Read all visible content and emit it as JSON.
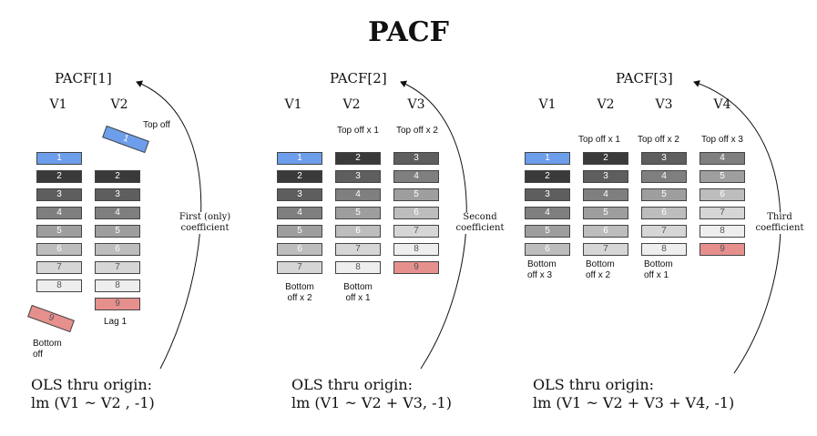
{
  "title": "PACF",
  "colors": {
    "blue": "#6d9eeb",
    "c1": "#3a3a3a",
    "c2": "#5e5e5e",
    "c3": "#7f7f7f",
    "c4": "#9e9e9e",
    "c5": "#bdbdbd",
    "c6": "#d6d6d6",
    "c7": "#eeeeee",
    "red": "#e6908e"
  },
  "panel1": {
    "heading": "PACF[1]",
    "col_v1": "V1",
    "col_v2": "V2",
    "top_note": "Top off",
    "bottom_note": [
      "Bottom",
      "off"
    ],
    "lag_note": "Lag 1",
    "coef": [
      "First (only)",
      "coefficient"
    ],
    "ols_line1": "OLS thru origin:",
    "ols_line2": "lm (V1 ~ V2 , -1)",
    "v1_values": [
      "1",
      "2",
      "3",
      "4",
      "5",
      "6",
      "7",
      "8"
    ],
    "v2_values": [
      "2",
      "3",
      "4",
      "5",
      "6",
      "7",
      "8",
      "9"
    ],
    "tilted_top": "1",
    "tilted_bottom": "9"
  },
  "panel2": {
    "heading": "PACF[2]",
    "col_v1": "V1",
    "col_v2": "V2",
    "col_v3": "V3",
    "top_note_v2": "Top off x 1",
    "top_note_v3": "Top off x 2",
    "bottom_note_v1": [
      "Bottom",
      "off x 2"
    ],
    "bottom_note_v2": [
      "Bottom",
      "off x 1"
    ],
    "coef": [
      "Second",
      "coefficient"
    ],
    "ols_line1": "OLS thru origin:",
    "ols_line2": "lm (V1 ~ V2 + V3, -1)",
    "v1_values": [
      "1",
      "2",
      "3",
      "4",
      "5",
      "6",
      "7"
    ],
    "v2_values": [
      "2",
      "3",
      "4",
      "5",
      "6",
      "7",
      "8"
    ],
    "v3_values": [
      "3",
      "4",
      "5",
      "6",
      "7",
      "8",
      "9"
    ]
  },
  "panel3": {
    "heading": "PACF[3]",
    "col_v1": "V1",
    "col_v2": "V2",
    "col_v3": "V3",
    "col_v4": "V4",
    "top_note_v2": "Top off x 1",
    "top_note_v3": "Top off x 2",
    "top_note_v4": "Top off x 3",
    "bottom_note_v1": [
      "Bottom",
      "off x 3"
    ],
    "bottom_note_v2": [
      "Bottom",
      "off x 2"
    ],
    "bottom_note_v3": [
      "Bottom",
      "off x 1"
    ],
    "coef": [
      "Third",
      "coefficient"
    ],
    "ols_line1": "OLS thru origin:",
    "ols_line2": "lm (V1 ~ V2 + V3 + V4, -1)",
    "v1_values": [
      "1",
      "2",
      "3",
      "4",
      "5",
      "6"
    ],
    "v2_values": [
      "2",
      "3",
      "4",
      "5",
      "6",
      "7"
    ],
    "v3_values": [
      "3",
      "4",
      "5",
      "6",
      "7",
      "8"
    ],
    "v4_values": [
      "4",
      "5",
      "6",
      "7",
      "8",
      "9"
    ]
  }
}
